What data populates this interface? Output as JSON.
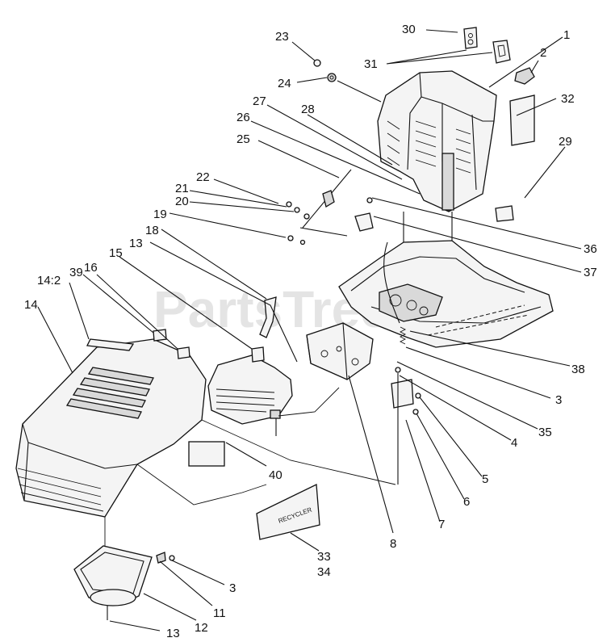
{
  "watermark": "PartsTree",
  "watermark_tm": "™",
  "decal_text": "RECYCLER",
  "callouts": [
    {
      "id": "c1",
      "text": "1"
    },
    {
      "id": "c2",
      "text": "2"
    },
    {
      "id": "c30",
      "text": "30"
    },
    {
      "id": "c31",
      "text": "31"
    },
    {
      "id": "c32",
      "text": "32"
    },
    {
      "id": "c23",
      "text": "23"
    },
    {
      "id": "c24",
      "text": "24"
    },
    {
      "id": "c27",
      "text": "27"
    },
    {
      "id": "c28",
      "text": "28"
    },
    {
      "id": "c26",
      "text": "26"
    },
    {
      "id": "c25",
      "text": "25"
    },
    {
      "id": "c29",
      "text": "29"
    },
    {
      "id": "c22",
      "text": "22"
    },
    {
      "id": "c21",
      "text": "21"
    },
    {
      "id": "c20",
      "text": "20"
    },
    {
      "id": "c19",
      "text": "19"
    },
    {
      "id": "c18",
      "text": "18"
    },
    {
      "id": "c13a",
      "text": "13"
    },
    {
      "id": "c36",
      "text": "36"
    },
    {
      "id": "c37",
      "text": "37"
    },
    {
      "id": "c142",
      "text": "14:2"
    },
    {
      "id": "c39",
      "text": "39"
    },
    {
      "id": "c16",
      "text": "16"
    },
    {
      "id": "c15",
      "text": "15"
    },
    {
      "id": "c14",
      "text": "14"
    },
    {
      "id": "c38",
      "text": "38"
    },
    {
      "id": "c3a",
      "text": "3"
    },
    {
      "id": "c4",
      "text": "4"
    },
    {
      "id": "c35",
      "text": "35"
    },
    {
      "id": "c5",
      "text": "5"
    },
    {
      "id": "c6",
      "text": "6"
    },
    {
      "id": "c7",
      "text": "7"
    },
    {
      "id": "c40",
      "text": "40"
    },
    {
      "id": "c8",
      "text": "8"
    },
    {
      "id": "c33",
      "text": "33"
    },
    {
      "id": "c34",
      "text": "34"
    },
    {
      "id": "c3b",
      "text": "3"
    },
    {
      "id": "c11",
      "text": "11"
    },
    {
      "id": "c12",
      "text": "12"
    },
    {
      "id": "c13b",
      "text": "13"
    }
  ]
}
